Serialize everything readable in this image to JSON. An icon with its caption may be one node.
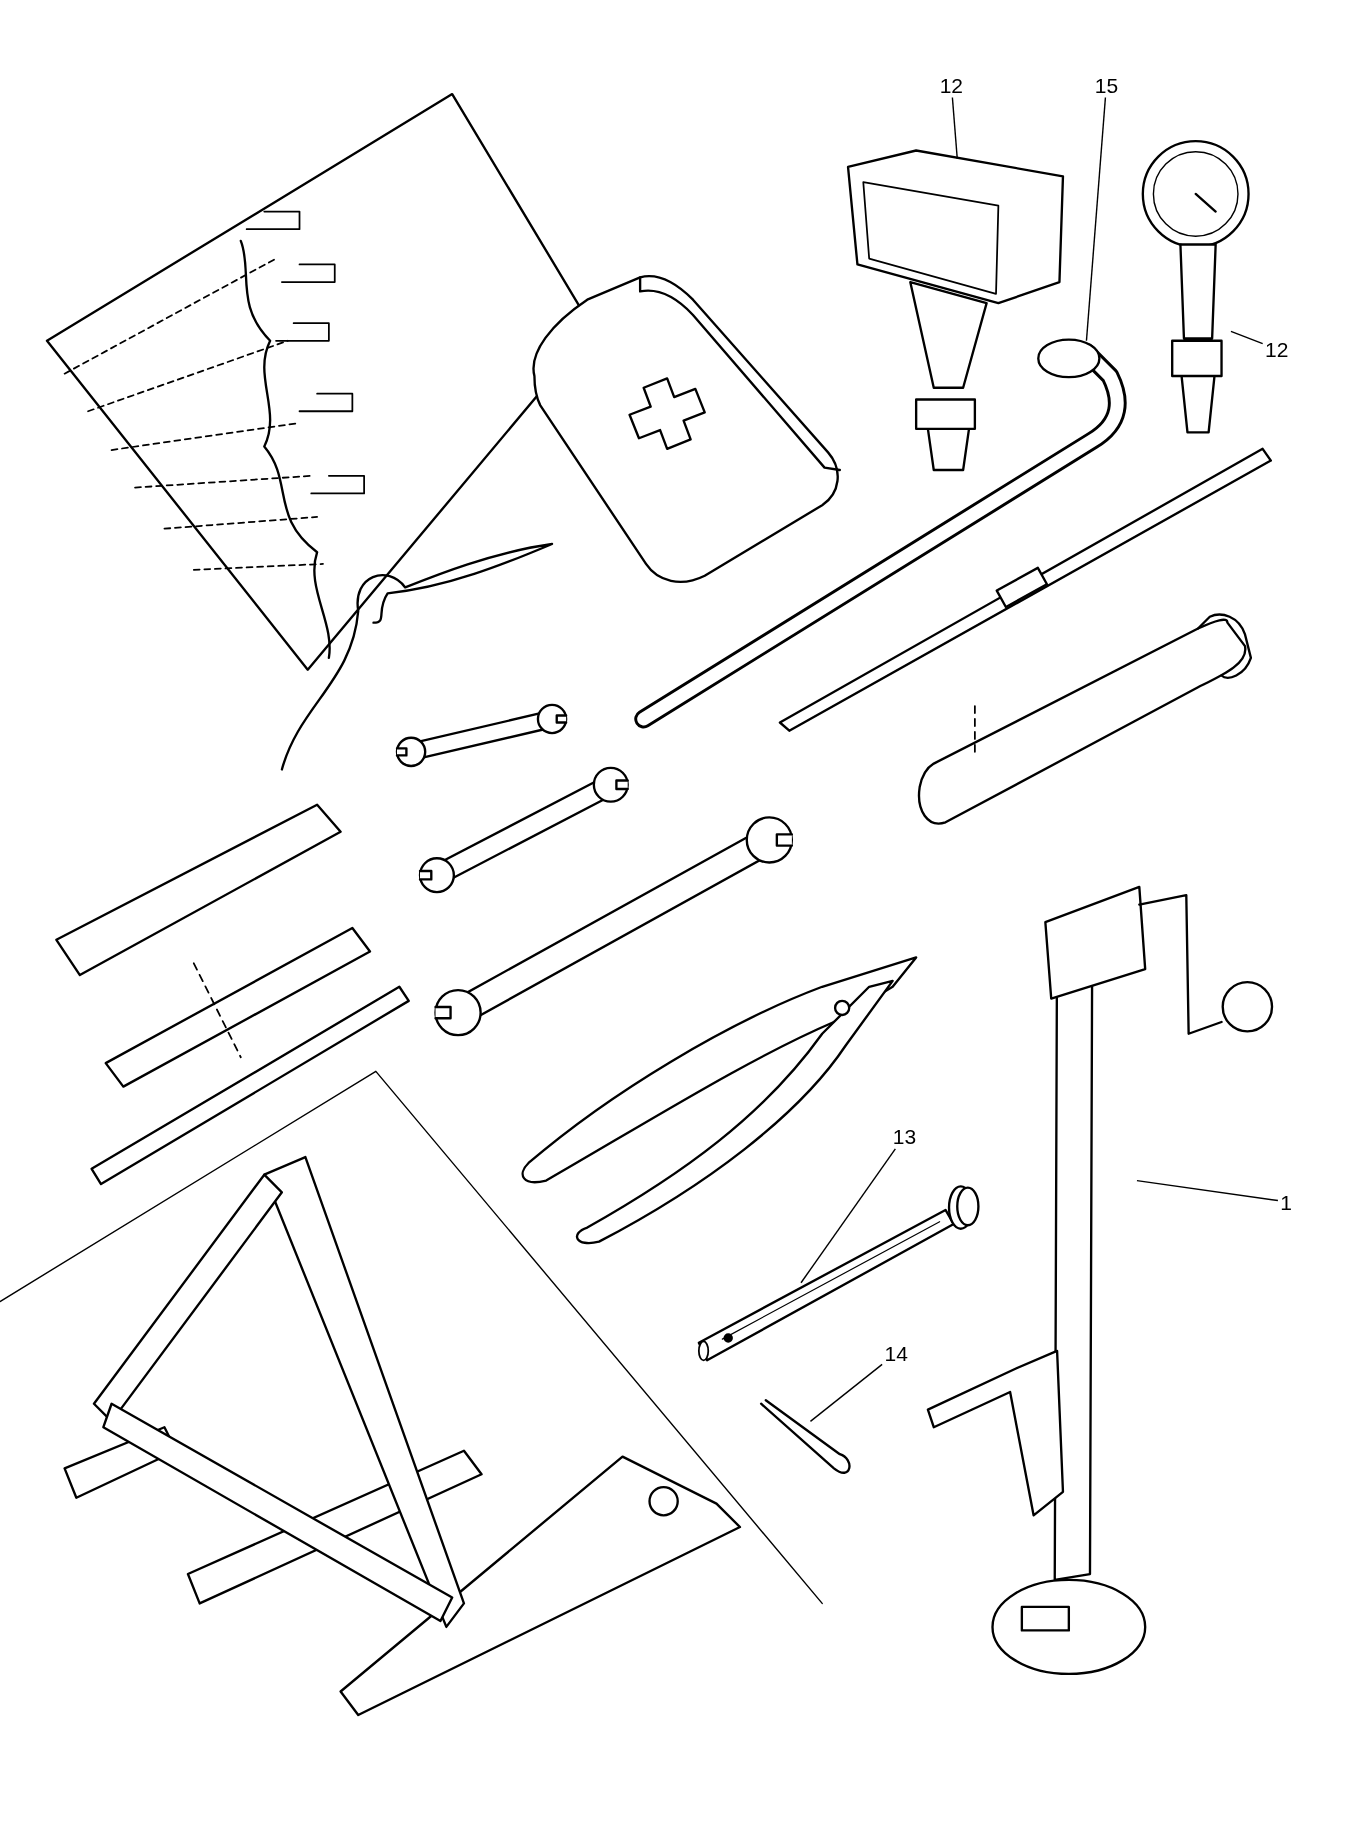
{
  "diagram": {
    "nodes": [
      {
        "text": [
          "12"
        ]
      },
      {
        "text": [],
        "shape": "picture"
      },
      {
        "text": [
          "15"
        ]
      },
      {
        "text": [],
        "shape": "picture"
      },
      {
        "text": [
          "12"
        ]
      },
      {
        "text": [],
        "shape": "picture"
      },
      {
        "text": [
          "13"
        ]
      },
      {
        "text": [],
        "shape": "picture"
      },
      {
        "text": [
          "14"
        ]
      },
      {
        "text": [],
        "shape": "picture"
      },
      {
        "text": [
          "1"
        ]
      },
      {
        "text": [],
        "shape": "picture"
      }
    ],
    "edges": [
      {
        "from": 0,
        "to": 1,
        "arrow": "none"
      },
      {
        "from": 2,
        "to": 3,
        "arrow": "none"
      },
      {
        "from": 4,
        "to": 5,
        "arrow": "none"
      },
      {
        "from": 6,
        "to": 7,
        "arrow": "none"
      },
      {
        "from": 8,
        "to": 9,
        "arrow": "none"
      },
      {
        "from": 10,
        "to": 11,
        "arrow": "none"
      }
    ]
  }
}
